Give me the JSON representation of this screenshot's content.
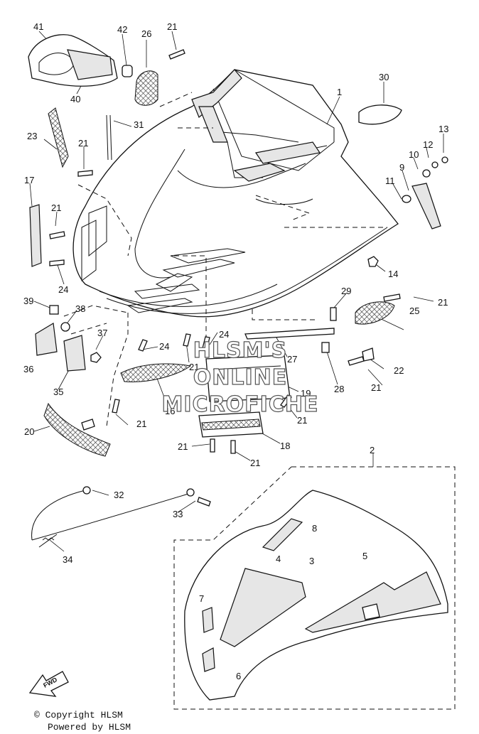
{
  "diagram": {
    "callouts": [
      {
        "id": "41",
        "label": "41"
      },
      {
        "id": "42",
        "label": "42"
      },
      {
        "id": "26",
        "label": "26"
      },
      {
        "id": "21a",
        "label": "21"
      },
      {
        "id": "40",
        "label": "40"
      },
      {
        "id": "30",
        "label": "30"
      },
      {
        "id": "1",
        "label": "1"
      },
      {
        "id": "23",
        "label": "23"
      },
      {
        "id": "31",
        "label": "31"
      },
      {
        "id": "21b",
        "label": "21"
      },
      {
        "id": "13",
        "label": "13"
      },
      {
        "id": "12",
        "label": "12"
      },
      {
        "id": "10",
        "label": "10"
      },
      {
        "id": "9",
        "label": "9"
      },
      {
        "id": "11",
        "label": "11"
      },
      {
        "id": "17",
        "label": "17"
      },
      {
        "id": "21c",
        "label": "21"
      },
      {
        "id": "24a",
        "label": "24"
      },
      {
        "id": "14",
        "label": "14"
      },
      {
        "id": "39",
        "label": "39"
      },
      {
        "id": "38",
        "label": "38"
      },
      {
        "id": "29",
        "label": "29"
      },
      {
        "id": "21d",
        "label": "21"
      },
      {
        "id": "25",
        "label": "25"
      },
      {
        "id": "37",
        "label": "37"
      },
      {
        "id": "36",
        "label": "36"
      },
      {
        "id": "24b",
        "label": "24"
      },
      {
        "id": "24c",
        "label": "24"
      },
      {
        "id": "21e",
        "label": "21"
      },
      {
        "id": "27",
        "label": "27"
      },
      {
        "id": "35",
        "label": "35"
      },
      {
        "id": "22",
        "label": "22"
      },
      {
        "id": "28",
        "label": "28"
      },
      {
        "id": "16",
        "label": "16"
      },
      {
        "id": "19",
        "label": "19"
      },
      {
        "id": "21f",
        "label": "21"
      },
      {
        "id": "21g",
        "label": "21"
      },
      {
        "id": "20",
        "label": "20"
      },
      {
        "id": "21h",
        "label": "21"
      },
      {
        "id": "21i",
        "label": "21"
      },
      {
        "id": "18",
        "label": "18"
      },
      {
        "id": "21j",
        "label": "21"
      },
      {
        "id": "2",
        "label": "2"
      },
      {
        "id": "32",
        "label": "32"
      },
      {
        "id": "8",
        "label": "8"
      },
      {
        "id": "33",
        "label": "33"
      },
      {
        "id": "4",
        "label": "4"
      },
      {
        "id": "3",
        "label": "3"
      },
      {
        "id": "5",
        "label": "5"
      },
      {
        "id": "34",
        "label": "34"
      },
      {
        "id": "7",
        "label": "7"
      },
      {
        "id": "6",
        "label": "6"
      }
    ],
    "watermark": [
      "HLSM'S",
      "ONLINE",
      "MICROFICHE"
    ],
    "fwd_label": "FWD",
    "footer": {
      "copyright": "© Copyright HLSM",
      "powered": "Powered by HLSM"
    }
  }
}
